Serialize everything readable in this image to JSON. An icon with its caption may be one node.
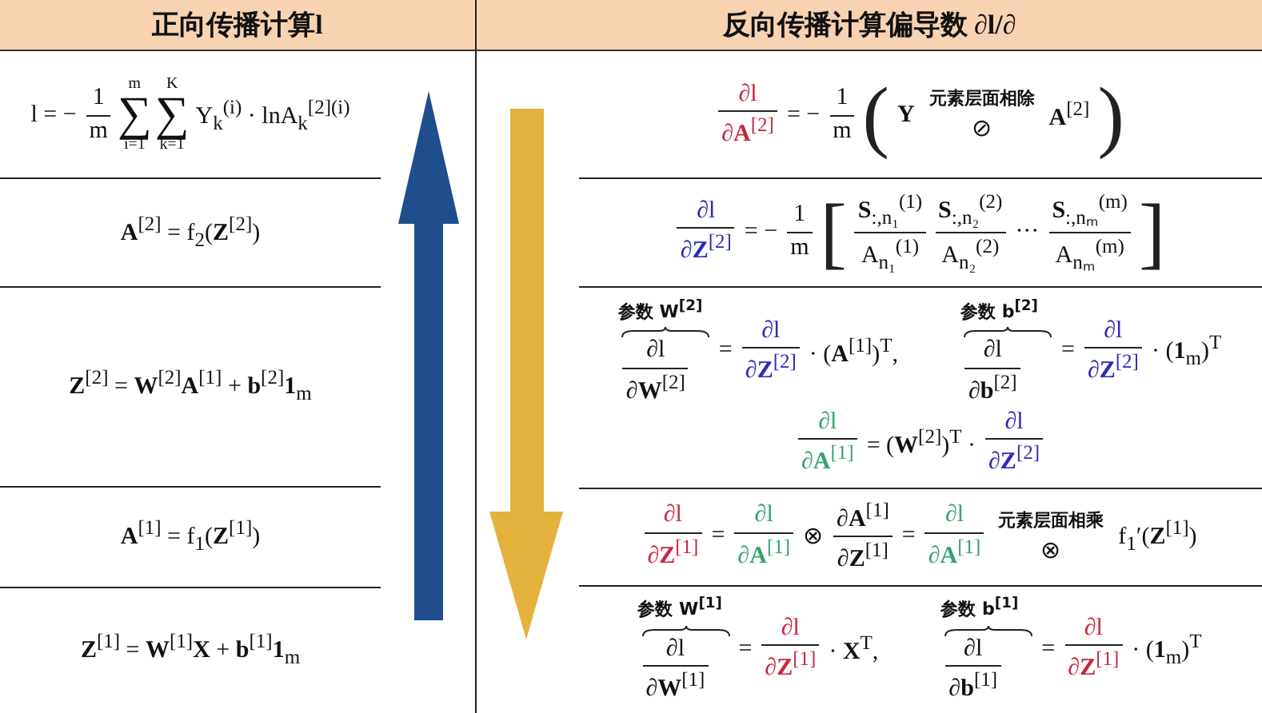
{
  "diagram": {
    "labels": [
      "正向传播计算l",
      "l = −",
      "1",
      "m",
      "m",
      "∑",
      "i=1",
      "K",
      "∑",
      "k=1",
      "Y$_{k}$$^{(i)}$ · lnA$_{k}$$^{[2](i)}$",
      "**A**$^{[2]}$ = f$_{2}$(**Z**$^{[2]}$)",
      "**Z**$^{[2]}$ = **W**$^{[2]}$**A**$^{[1]}$ + **b**$^{[2]}$**1**$_{m}$",
      "**A**$^{[1]}$ = f$_{1}$(**Z**$^{[1]}$)",
      "**Z**$^{[1]}$ = **W**$^{[1]}$**X** + **b**$^{[1]}$**1**$_{m}$",
      "反向传播计算偏导数 ∂l/∂",
      "∂l",
      "∂**A**$^{[2]}$",
      "= −",
      "1",
      "m",
      "(",
      "**Y**",
      "元素层面相除",
      "⊘",
      "**A**$^{[2]}$",
      ")",
      "∂l",
      "∂**Z**$^{[2]}$",
      "= −",
      "1",
      "m",
      "[",
      "**S**$_{:,n₁}$$^{(1)}$",
      "A$_{n₁}$$^{(1)}$",
      "**S**$_{:,n₂}$$^{(2)}$",
      "A$_{n₂}$$^{(2)}$",
      "···",
      "**S**$_{:,nₘ}$$^{(m)}$",
      "A$_{nₘ}$$^{(m)}$",
      "]",
      "参数 **W**$^{[2]}$",
      "∂l",
      "∂**W**$^{[2]}$",
      "=",
      "∂l",
      "∂**Z**$^{[2]}$",
      "· (**A**$^{[1]}$)$^{T}$,",
      "参数 **b**$^{[2]}$",
      "∂l",
      "∂**b**$^{[2]}$",
      "=",
      "∂l",
      "∂**Z**$^{[2]}$",
      "· (**1**$_{m}$)$^{T}$",
      "∂l",
      "∂**A**$^{[1]}$",
      "= (**W**$^{[2]}$)$^{T}$ ·",
      "∂l",
      "∂**Z**$^{[2]}$",
      "∂l",
      "∂**Z**$^{[1]}$",
      "=",
      "∂l",
      "∂**A**$^{[1]}$",
      "⊗",
      "∂**A**$^{[1]}$",
      "∂**Z**$^{[1]}$",
      "=",
      "∂l",
      "∂**A**$^{[1]}$",
      "元素层面相乘",
      "⊗",
      "f$_{1}$′(**Z**$^{[1]}$)",
      "参数 **W**$^{[1]}$",
      "∂l",
      "∂**W**$^{[1]}$",
      "=",
      "∂l",
      "∂**Z**$^{[1]}$",
      "· **X**$^{T}$,",
      "参数 **b**$^{[1]}$",
      "∂l",
      "∂**b**$^{[1]}$",
      "=",
      "∂l",
      "∂**Z**$^{[1]}$",
      "· (**1**$_{m}$)$^{T}$"
    ]
  }
}
